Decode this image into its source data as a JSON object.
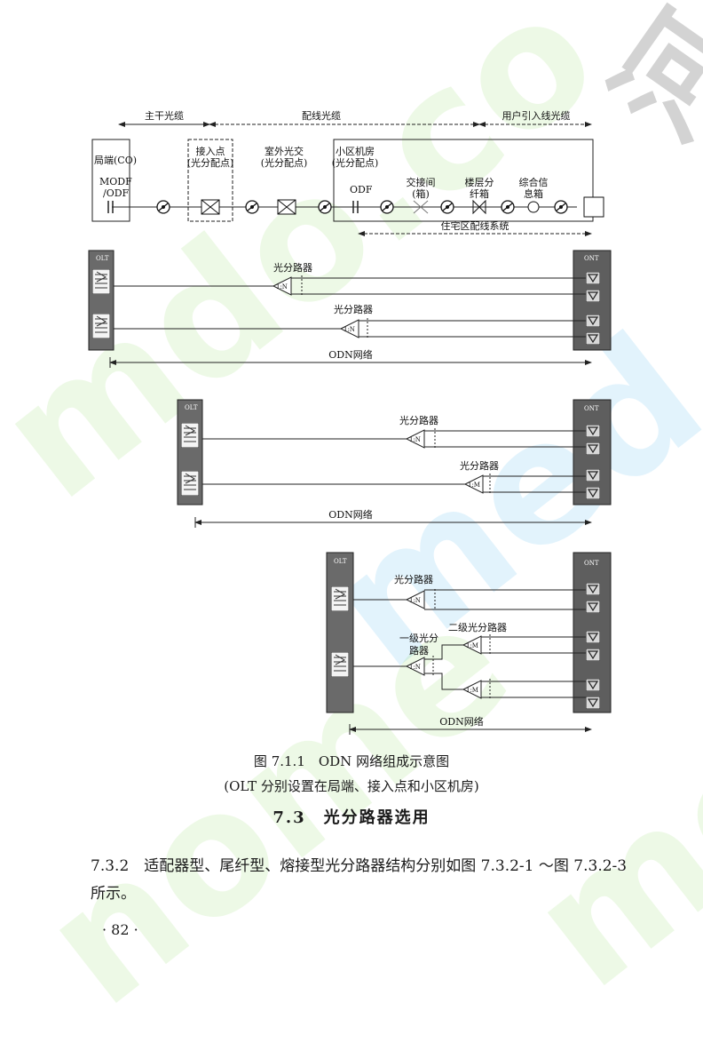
{
  "diagram1": {
    "top_labels": [
      "主干光缆",
      "配线光缆",
      "用户引入线光缆"
    ],
    "co_label": "局端(CO)",
    "modf_label": [
      "MODF",
      "/ODF"
    ],
    "access_point": [
      "接入点",
      "(光分配点)"
    ],
    "outdoor_cabinet": [
      "室外光交",
      "(光分配点)"
    ],
    "district_room": [
      "小区机房",
      "(光分配点)"
    ],
    "odf_label": "ODF",
    "cross_box": [
      "交接间",
      "(箱)"
    ],
    "floor_box": [
      "楼层分",
      "纤箱"
    ],
    "info_box": [
      "综合信",
      "息箱"
    ],
    "residential_span": "住宅区配线系统"
  },
  "odn_labels": {
    "olt": "OLT",
    "ont": "ONT",
    "splitter": "光分路器",
    "ratio_n": "1:N",
    "ratio_m": "1:M",
    "network": "ODN网络",
    "first_level": [
      "一级光分",
      "路器"
    ],
    "second_level": "二级光分路器"
  },
  "caption": {
    "title": "图 7.1.1　ODN 网络组成示意图",
    "subtitle": "(OLT 分别设置在局端、接入点和小区机房)"
  },
  "section": {
    "heading": "7.3　光分路器选用"
  },
  "body": {
    "paragraph": "7.3.2　适配器型、尾纤型、熔接型光分路器结构分别如图 7.3.2-1 ～图 7.3.2-3 所示。"
  },
  "footer": {
    "page_number": "· 82 ·"
  }
}
